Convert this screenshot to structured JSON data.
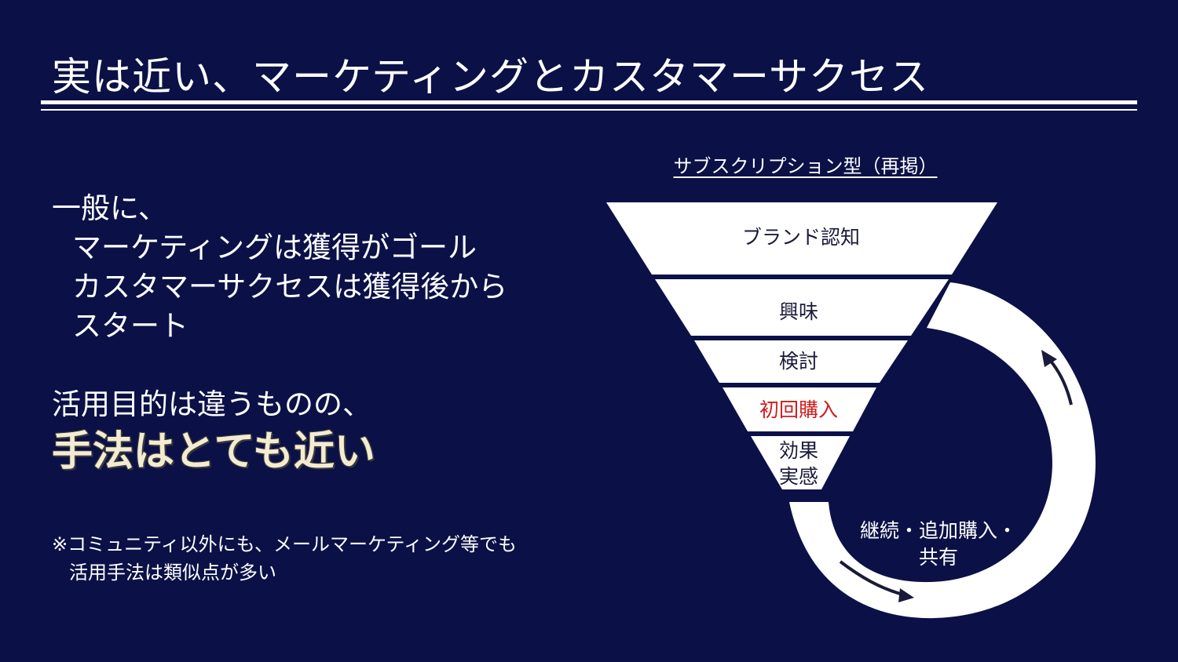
{
  "title": "実は近い、マーケティングとカスタマーサクセス",
  "body": {
    "intro": "一般に、",
    "line1": "マーケティングは獲得がゴール",
    "line2": "カスタマーサクセスは獲得後から",
    "line3": "スタート",
    "purpose": "活用目的は違うものの、",
    "emphasis": "手法はとても近い"
  },
  "note": {
    "line1": "※コミュニティ以外にも、メールマーケティング等でも",
    "line2": "活用手法は類似点が多い"
  },
  "diagram": {
    "title": "サブスクリプション型（再掲）",
    "stages": [
      "ブランド認知",
      "興味",
      "検討",
      "初回購入",
      "効果",
      "実感"
    ],
    "loop_label_1": "継続・追加購入・",
    "loop_label_2": "共有",
    "colors": {
      "background": "#0b1147",
      "funnel": "#ffffff",
      "highlight": "#d11b1b",
      "text": "#1a1a3a"
    }
  }
}
